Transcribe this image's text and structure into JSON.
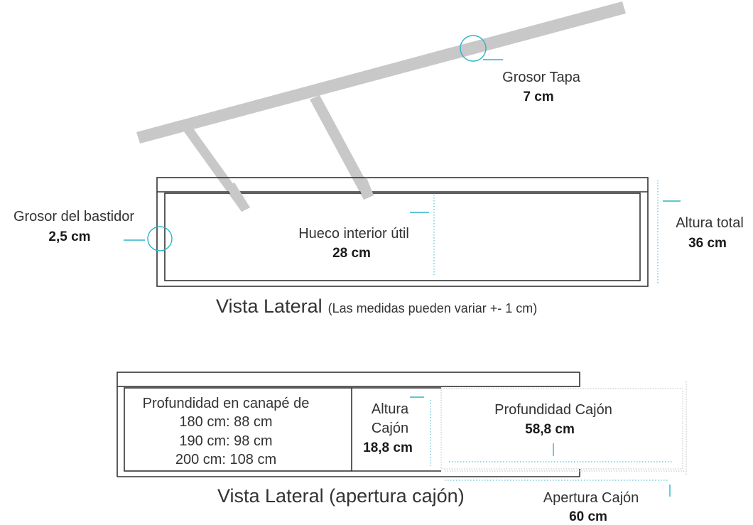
{
  "colors": {
    "accent": "#2bb3c8",
    "lid": "#c8c8c8",
    "frame": "#333333"
  },
  "top_view": {
    "lid_thickness": {
      "label": "Grosor Tapa",
      "value": "7 cm"
    },
    "frame_thickness": {
      "label": "Grosor del bastidor",
      "value": "2,5 cm"
    },
    "interior_space": {
      "label": "Hueco interior útil",
      "value": "28 cm"
    },
    "total_height": {
      "label": "Altura total",
      "value": "36 cm"
    },
    "caption_main": "Vista Lateral",
    "caption_note": "(Las medidas pueden variar +- 1 cm)"
  },
  "bottom_view": {
    "depth_note": {
      "line1": "Profundidad en canapé de",
      "line2": "180 cm: 88 cm",
      "line3": "190 cm: 98 cm",
      "line4": "200 cm: 108 cm"
    },
    "drawer_height": {
      "label_line1": "Altura",
      "label_line2": "Cajón",
      "value": "18,8 cm"
    },
    "drawer_depth": {
      "label": "Profundidad Cajón",
      "value": "58,8 cm"
    },
    "drawer_opening": {
      "label": "Apertura Cajón",
      "value": "60 cm"
    },
    "caption": "Vista Lateral (apertura cajón)"
  }
}
